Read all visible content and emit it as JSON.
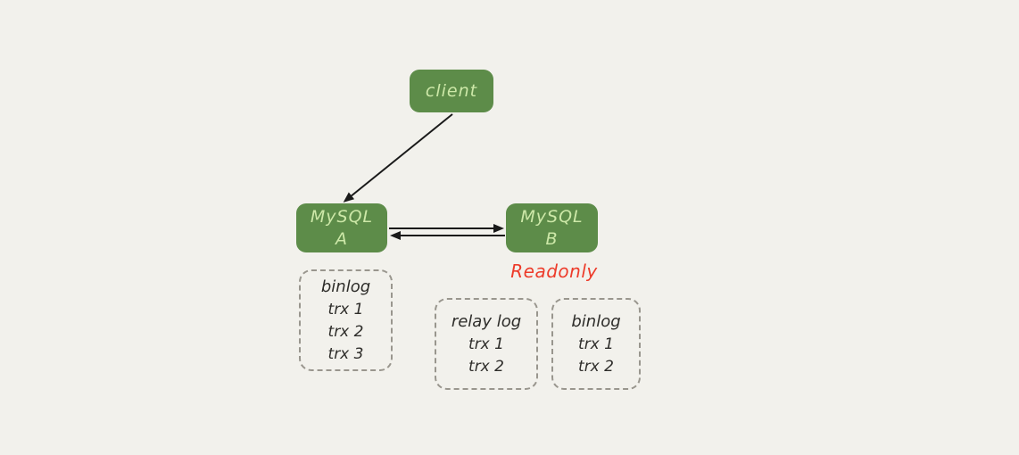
{
  "colors": {
    "background": "#f2f1ec",
    "node_fill": "#5d8c49",
    "node_text": "#cde8a8",
    "dashed_border": "#99968e",
    "body_text": "#2e2d2a",
    "readonly_text": "#ed3b2a",
    "arrow": "#1a1a1a"
  },
  "nodes": {
    "client": {
      "label": "client"
    },
    "mysql_a": {
      "name": "MySQL",
      "suffix": "A"
    },
    "mysql_b": {
      "name": "MySQL",
      "suffix": "B"
    }
  },
  "annotations": {
    "readonly": "Readonly"
  },
  "logs": {
    "binlog_a": {
      "title": "binlog",
      "entries": [
        "trx 1",
        "trx 2",
        "trx 3"
      ]
    },
    "relay_log_b": {
      "title": "relay log",
      "entries": [
        "trx 1",
        "trx 2"
      ]
    },
    "binlog_b": {
      "title": "binlog",
      "entries": [
        "trx 1",
        "trx 2"
      ]
    }
  }
}
